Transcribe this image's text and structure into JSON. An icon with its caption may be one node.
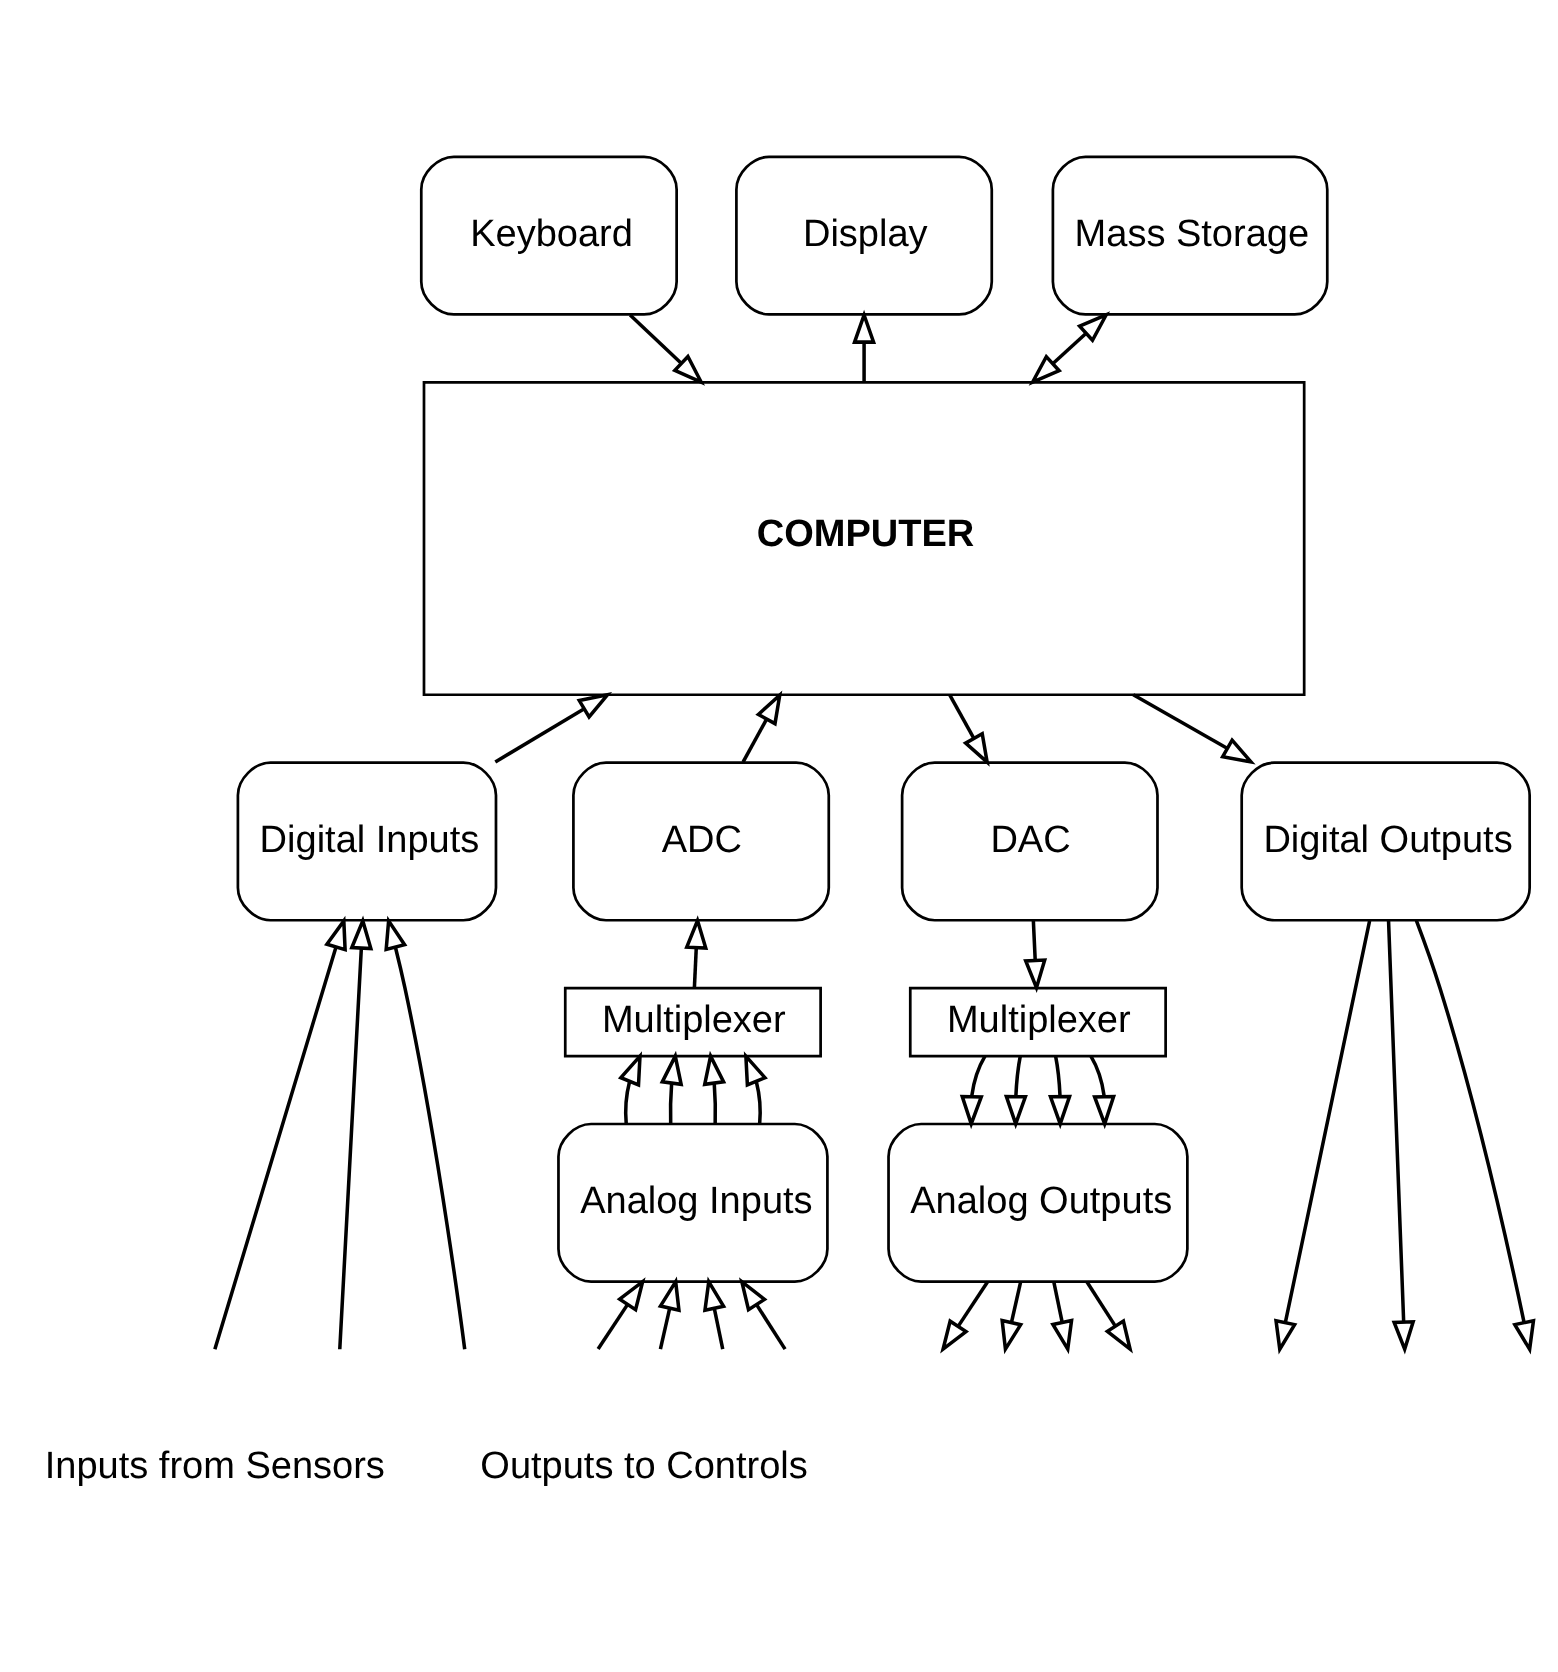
{
  "diagram": {
    "nodes": [
      {
        "text": [
          "Keyboard"
        ]
      },
      {
        "text": [
          "Display"
        ]
      },
      {
        "text": [
          "Mass Storage"
        ]
      },
      {
        "text": [
          "COMPUTER"
        ]
      },
      {
        "text": [
          "Digital Inputs"
        ]
      },
      {
        "text": [
          "ADC"
        ]
      },
      {
        "text": [
          "DAC"
        ]
      },
      {
        "text": [
          "Digital Outputs"
        ]
      },
      {
        "text": [
          "Multiplexer"
        ]
      },
      {
        "text": [
          "Multiplexer"
        ]
      },
      {
        "text": [
          "Analog Inputs"
        ]
      },
      {
        "text": [
          "Analog Outputs"
        ]
      }
    ],
    "edges": [
      {
        "from": 0,
        "to": 3,
        "arrow": "to"
      },
      {
        "from": 3,
        "to": 1,
        "arrow": "to"
      },
      {
        "from": 3,
        "to": 2,
        "arrow": "both"
      },
      {
        "from": 4,
        "to": 3,
        "arrow": "to"
      },
      {
        "from": 5,
        "to": 3,
        "arrow": "to"
      },
      {
        "from": 3,
        "to": 6,
        "arrow": "to"
      },
      {
        "from": 3,
        "to": 7,
        "arrow": "to"
      },
      {
        "from": null,
        "to": 4,
        "arrow": "to"
      },
      {
        "from": null,
        "to": 4,
        "arrow": "to"
      },
      {
        "from": null,
        "to": 4,
        "arrow": "to"
      },
      {
        "from": 8,
        "to": 5,
        "arrow": "to"
      },
      {
        "from": 6,
        "to": 9,
        "arrow": "to"
      },
      {
        "from": 10,
        "to": 8,
        "arrow": "to"
      },
      {
        "from": 10,
        "to": 8,
        "arrow": "to"
      },
      {
        "from": 10,
        "to": 8,
        "arrow": "to"
      },
      {
        "from": 10,
        "to": 8,
        "arrow": "to"
      },
      {
        "from": 9,
        "to": 11,
        "arrow": "to"
      },
      {
        "from": 9,
        "to": 11,
        "arrow": "to"
      },
      {
        "from": 9,
        "to": 11,
        "arrow": "to"
      },
      {
        "from": 9,
        "to": 11,
        "arrow": "to"
      },
      {
        "from": null,
        "to": 10,
        "arrow": "to"
      },
      {
        "from": null,
        "to": 10,
        "arrow": "to"
      },
      {
        "from": null,
        "to": 10,
        "arrow": "to"
      },
      {
        "from": null,
        "to": 10,
        "arrow": "to"
      },
      {
        "from": 11,
        "to": null,
        "arrow": "to"
      },
      {
        "from": 11,
        "to": null,
        "arrow": "to"
      },
      {
        "from": 11,
        "to": null,
        "arrow": "to"
      },
      {
        "from": 11,
        "to": null,
        "arrow": "to"
      },
      {
        "from": 7,
        "to": null,
        "arrow": "to"
      },
      {
        "from": 7,
        "to": null,
        "arrow": "to"
      },
      {
        "from": 7,
        "to": null,
        "arrow": "to"
      }
    ],
    "labels": [
      "Inputs from Sensors",
      "Outputs to Controls"
    ]
  }
}
